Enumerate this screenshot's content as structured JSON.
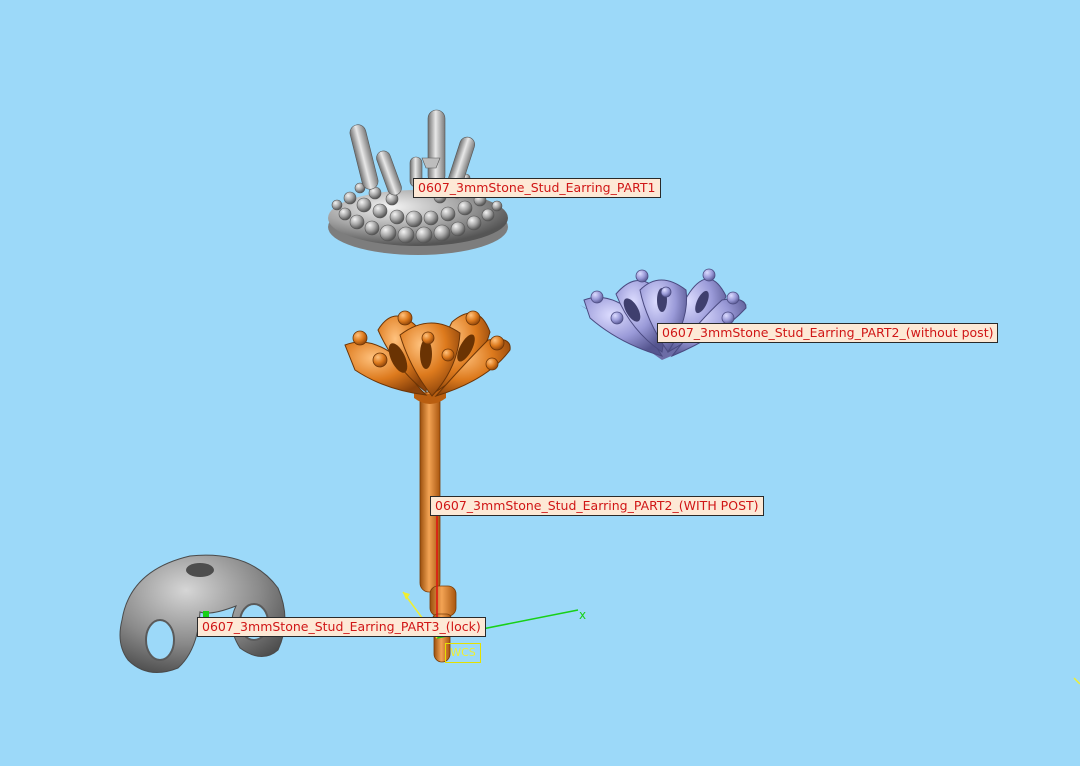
{
  "viewport": {
    "background": "#9cd9f9"
  },
  "parts": [
    {
      "label": "0607_3mmStone_Stud_Earring_PART1",
      "color": "#a8a8a8"
    },
    {
      "label": "0607_3mmStone_Stud_Earring_PART2_(without post)",
      "color": "#9a9ad8"
    },
    {
      "label": "0607_3mmStone_Stud_Earring_PART2_(WITH POST)",
      "color": "#d9781c"
    },
    {
      "label": "0607_3mmStone_Stud_Earring_PART3_(lock)",
      "color": "#8e8e8e"
    }
  ],
  "triad": {
    "wcs_label": "WCS",
    "x_axis_label": "x"
  },
  "label_style": {
    "background": "#fde9d6",
    "text_color": "#d01616"
  }
}
